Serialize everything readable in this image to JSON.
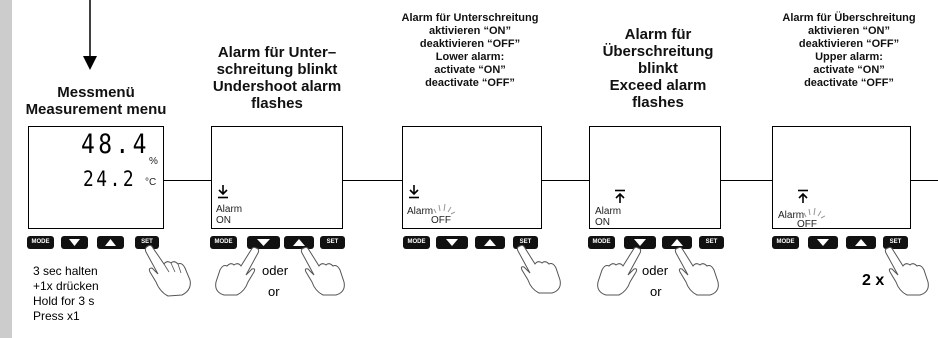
{
  "stages": [
    {
      "title_lines": [
        "Messmenü",
        "Measurement menu"
      ],
      "display_main": "48.4",
      "display_main_unit": "%",
      "display_sub": "24.2",
      "display_sub_unit": "°C",
      "instructions": [
        "3 sec halten",
        "+1x drücken",
        "Hold for 3 s",
        "Press x1"
      ]
    },
    {
      "title_lines": [
        "Alarm für Unter–",
        "schreitung blinkt",
        "Undershoot alarm",
        "flashes"
      ],
      "alarm_label": "Alarm",
      "alarm_state": "ON",
      "alt_word_de": "oder",
      "alt_word_en": "or"
    },
    {
      "title_lines": [
        "Alarm für Unterschreitung",
        "aktivieren “ON”",
        "deaktivieren “OFF”",
        "Lower alarm:",
        "activate “ON”",
        "deactivate “OFF”"
      ],
      "alarm_label": "Alarm",
      "alarm_state": "OFF"
    },
    {
      "title_lines": [
        "Alarm für",
        "Überschreitung",
        "blinkt",
        "Exceed alarm",
        "flashes"
      ],
      "alarm_label": "Alarm",
      "alarm_state": "ON",
      "alt_word_de": "oder",
      "alt_word_en": "or"
    },
    {
      "title_lines": [
        "Alarm für Überschreitung",
        "aktivieren “ON”",
        "deaktivieren “OFF”",
        "Upper alarm:",
        "activate “ON”",
        "deactivate “OFF”"
      ],
      "alarm_label": "Alarm",
      "alarm_state": "OFF",
      "repeat_note": "2 x"
    }
  ],
  "buttons": {
    "mode_label": "MODE",
    "set_label": "SET",
    "down_icon": "down-triangle-icon",
    "up_icon": "up-triangle-icon"
  },
  "icons": {
    "lower_alarm": "lower-limit-arrow-icon",
    "upper_alarm": "upper-limit-arrow-icon",
    "press": "pointing-hand-icon"
  },
  "colors": {
    "ink": "#000000",
    "sidebar": "#cccccc",
    "screen_bg": "#ffffff"
  }
}
